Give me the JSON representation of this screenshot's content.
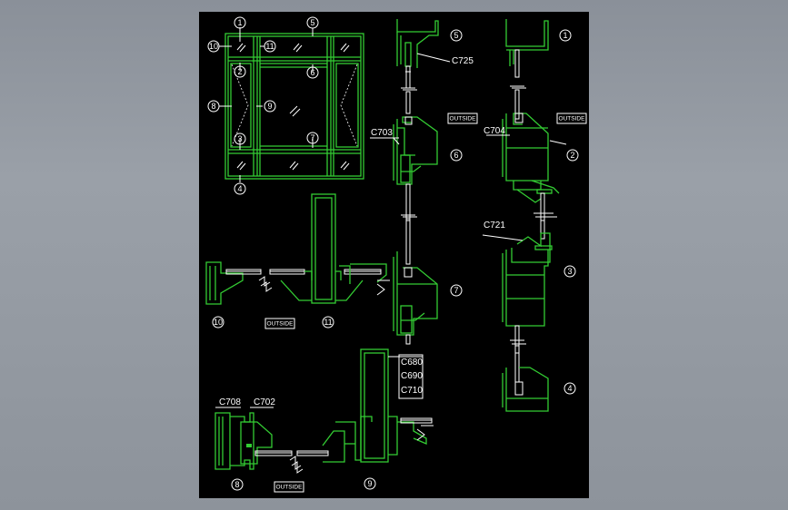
{
  "colors": {
    "viewport_bg": "#000000",
    "profile": "#33cc33",
    "annotation": "#ffffff",
    "app_bg": "#8d939b"
  },
  "callouts": {
    "c1": "1",
    "c2": "2",
    "c3": "3",
    "c4": "4",
    "c5": "5",
    "c6": "6",
    "c7": "7",
    "c8": "8",
    "c9": "9",
    "c10": "10",
    "c11": "11"
  },
  "profile_labels": {
    "c725": "C725",
    "c703": "C703",
    "c704": "C704",
    "c721": "C721",
    "c708": "C708",
    "c702": "C702",
    "c680": "C680",
    "c690": "C690",
    "c710": "C710"
  },
  "outside_label": "OUTSIDE"
}
